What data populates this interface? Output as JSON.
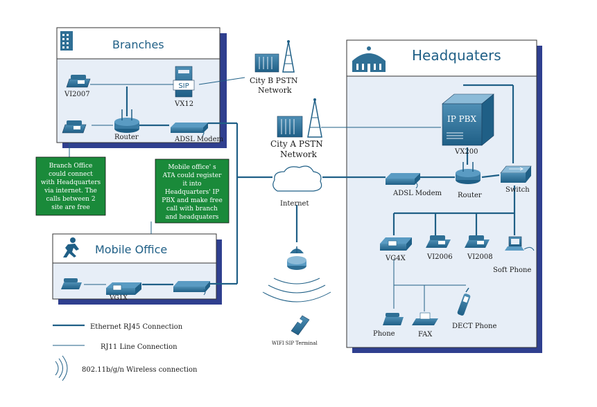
{
  "branches": {
    "title": "Branches",
    "vi2007": "VI2007",
    "vx12": "VX12",
    "router": "Router",
    "adsl_modem": "ADSL Modem"
  },
  "headquarters": {
    "title": "Headquaters",
    "pbx_text": "IP PBX",
    "vx200": "VX200",
    "adsl_modem": "ADSL Modem",
    "router": "Router",
    "switch": "Switch",
    "vg4x": "VG4X",
    "vi2006": "VI2006",
    "vi2008": "VI2008",
    "soft_phone": "Soft Phone",
    "phone": "Phone",
    "fax": "FAX",
    "dect_phone": "DECT Phone"
  },
  "mobile_office": {
    "title": "Mobile Office",
    "vg1x": "VG1X"
  },
  "city_b": {
    "line1": "City B PSTN",
    "line2": "Network"
  },
  "city_a": {
    "line1": "City A PSTN",
    "line2": "Network"
  },
  "internet": "Internet",
  "wifi_terminal": "WIFI SIP Terminal",
  "sip_badge": "SIP",
  "notes": {
    "branch": [
      "Branch Office",
      "could connect",
      "with Headquarters",
      "via internet. The",
      "calls between 2",
      "site are free"
    ],
    "mobile": [
      "Mobile office' s",
      "ATA could register",
      "it into",
      "Headquarters' IP",
      "PBX and make free",
      "call with branch",
      "and headquaters"
    ]
  },
  "legend": {
    "ethernet": "Ethernet RJ45 Connection",
    "rj11": "RJ11 Line Connection",
    "wireless": "802.11b/g/n Wireless connection"
  },
  "colors": {
    "line": "#1f5f86",
    "device": "#2f6f95",
    "panel": "#e7eef7",
    "shadow": "#2f3f8f",
    "note": "#1a8a3a"
  }
}
